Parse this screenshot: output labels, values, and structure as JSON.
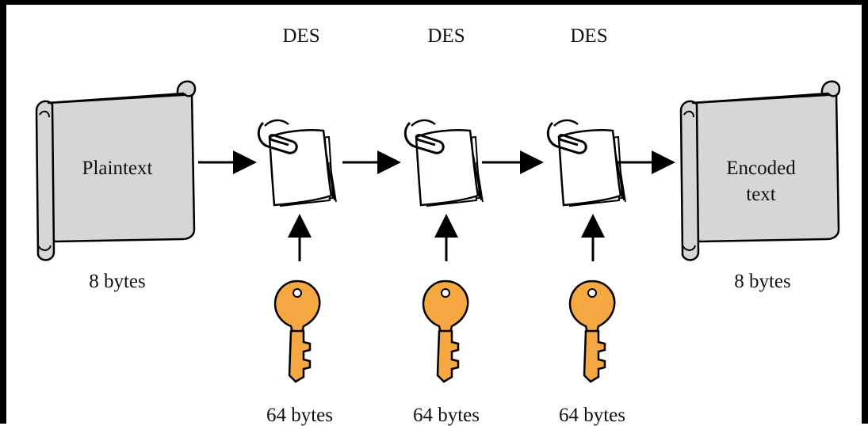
{
  "stages": [
    {
      "label": "DES",
      "key_size": "64 bytes"
    },
    {
      "label": "DES",
      "key_size": "64 bytes"
    },
    {
      "label": "DES",
      "key_size": "64 bytes"
    }
  ],
  "input": {
    "label": "Plaintext",
    "size": "8 bytes"
  },
  "output": {
    "label_line1": "Encoded",
    "label_line2": "text",
    "size": "8 bytes"
  },
  "colors": {
    "scroll_fill": "#d6d6d6",
    "key_fill": "#f5a742",
    "outline": "#000000",
    "page_fill": "#ffffff"
  },
  "icons": {
    "document": "paper-clipped-document-icon",
    "key": "key-icon",
    "scroll": "scroll-icon"
  }
}
